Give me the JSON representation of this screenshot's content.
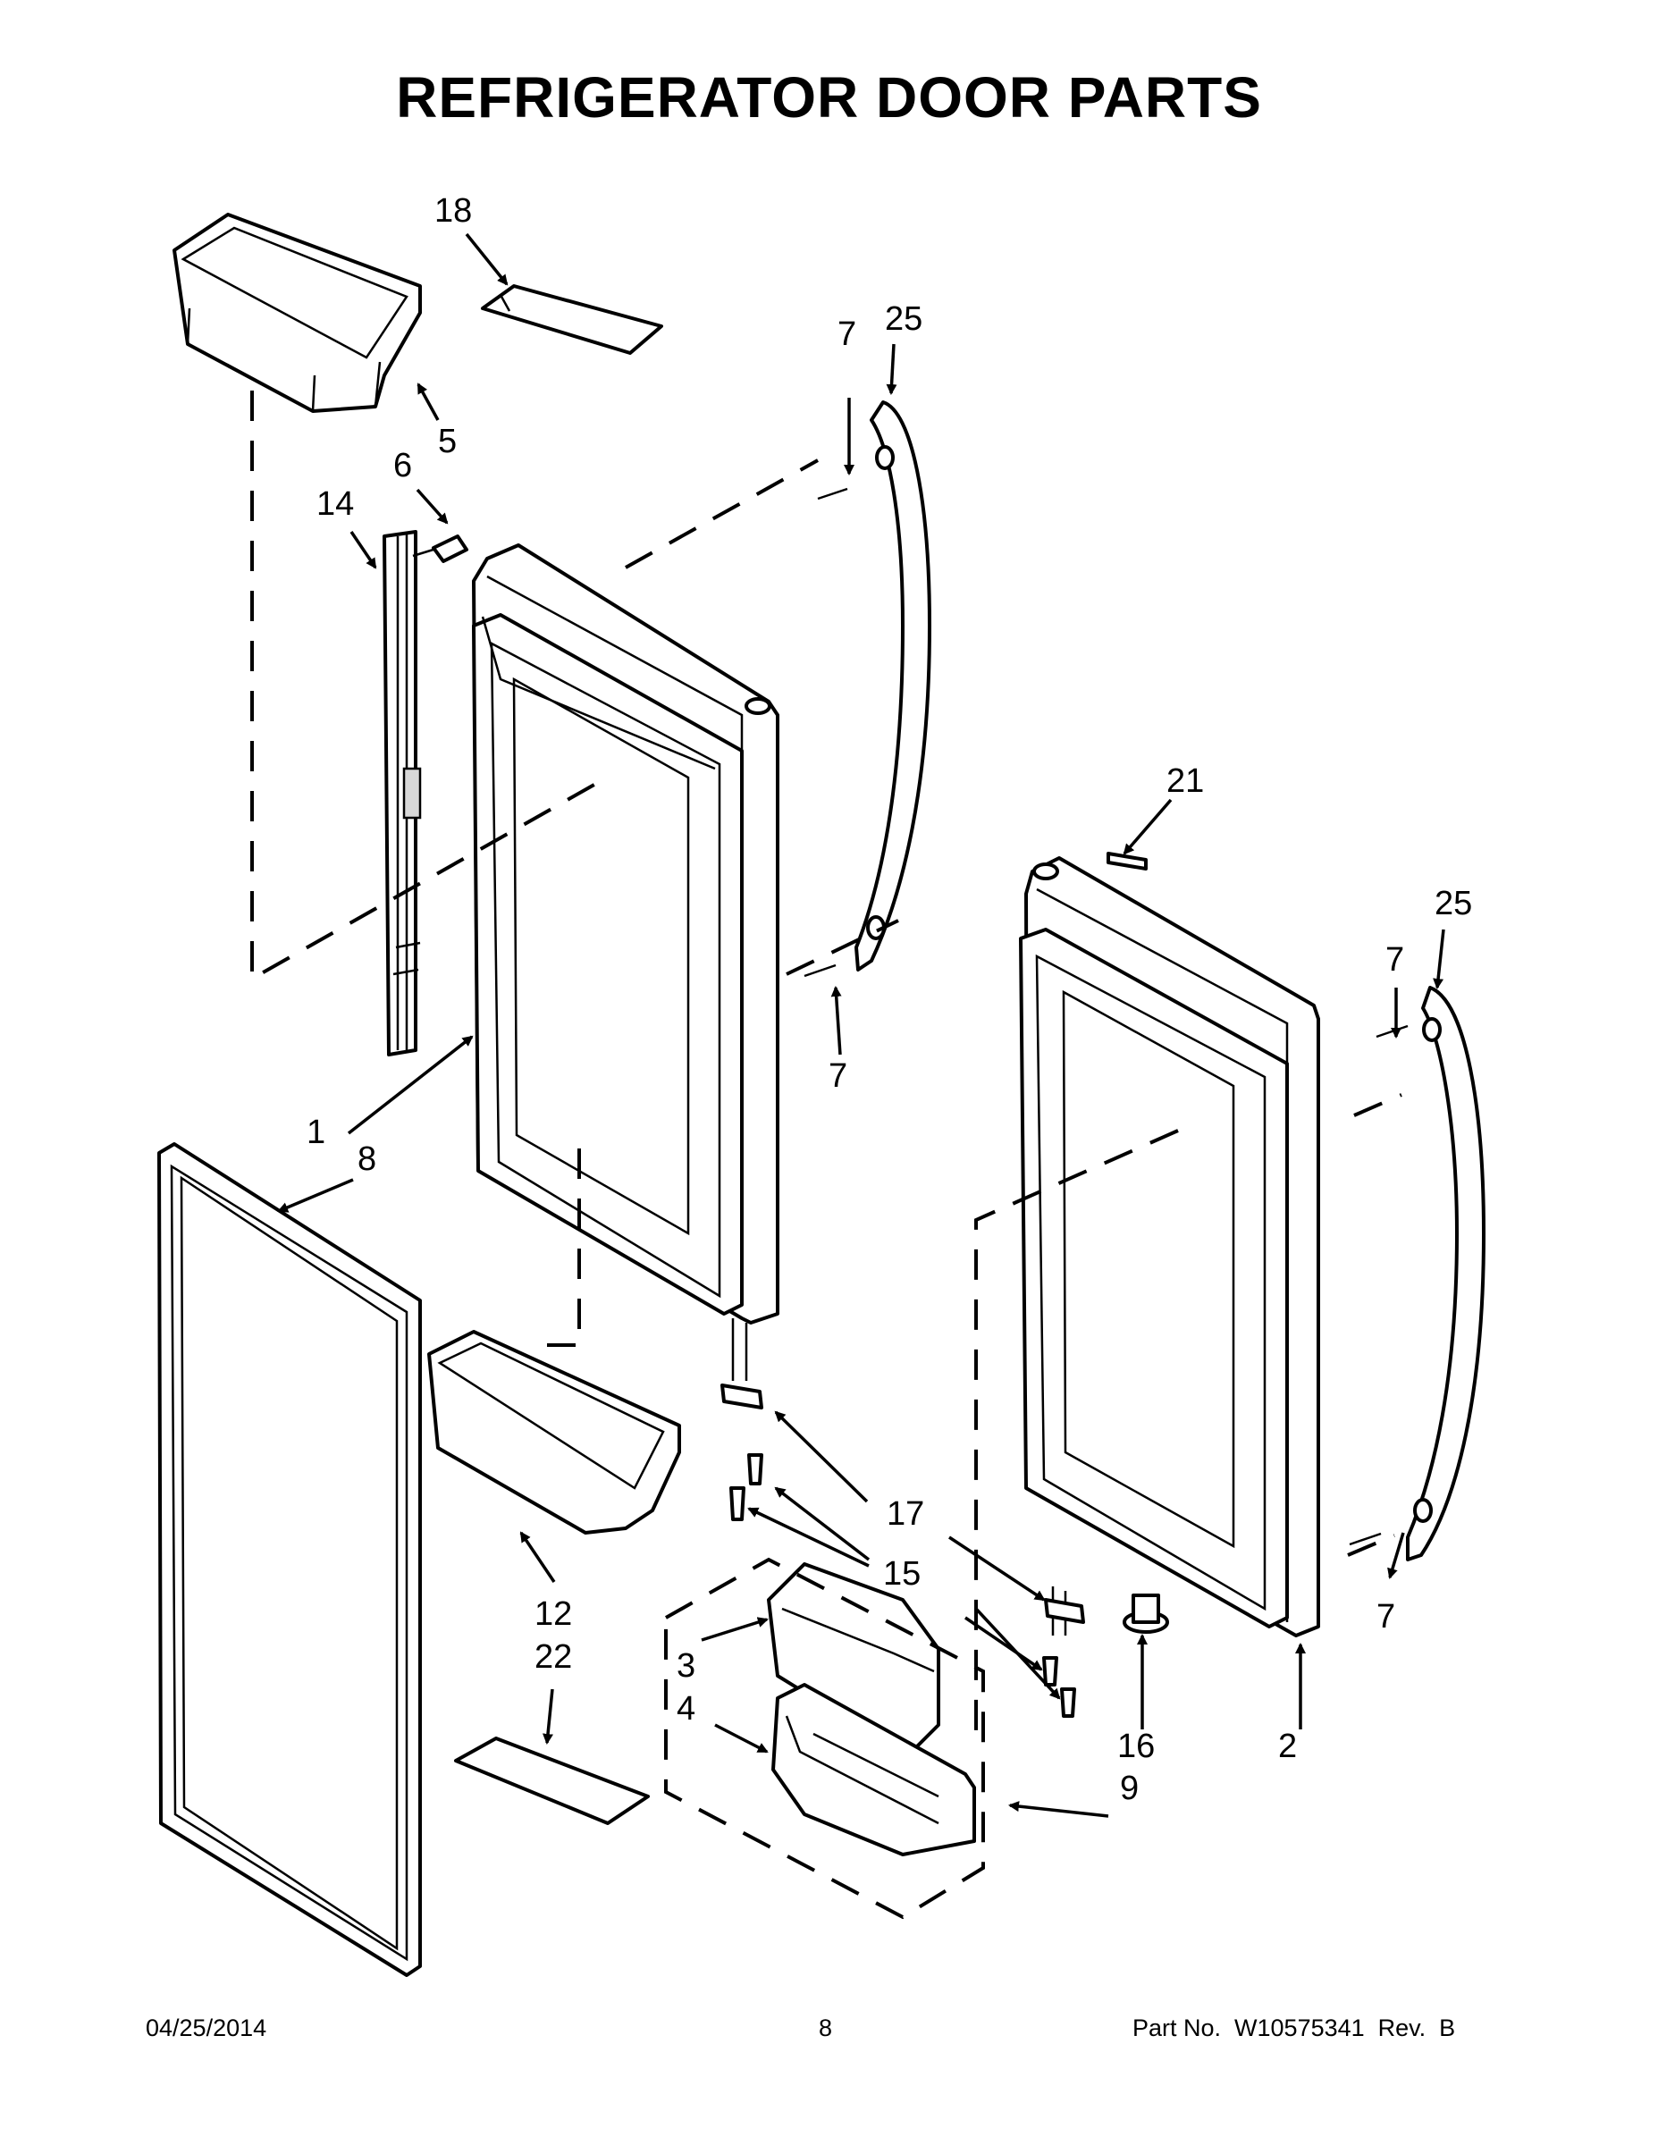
{
  "title": "REFRIGERATOR DOOR PARTS",
  "callouts": {
    "c18": "18",
    "c25a": "25",
    "c7a": "7",
    "c5": "5",
    "c6": "6",
    "c14": "14",
    "c7b": "7",
    "c21": "21",
    "c25b": "25",
    "c7c": "7",
    "c1": "1",
    "c8": "8",
    "c17": "17",
    "c15": "15",
    "c12": "12",
    "c22": "22",
    "c3": "3",
    "c4": "4",
    "c7d": "7",
    "c16": "16",
    "c2": "2",
    "c9": "9"
  },
  "footer": {
    "date": "04/25/2014",
    "page": "8",
    "part_number": "Part No.  W10575341  Rev.  B"
  }
}
